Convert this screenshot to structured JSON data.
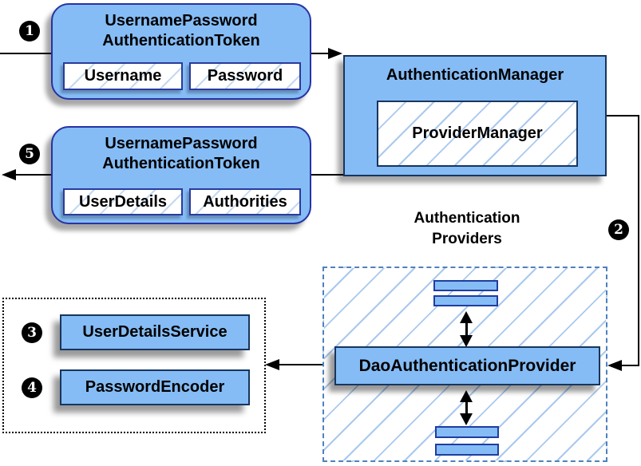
{
  "steps": {
    "s1": "1",
    "s2": "2",
    "s3": "3",
    "s4": "4",
    "s5": "5"
  },
  "request_token": {
    "title1": "UsernamePassword",
    "title2": "AuthenticationToken",
    "field1": "Username",
    "field2": "Password"
  },
  "auth_manager": {
    "title": "AuthenticationManager",
    "inner": "ProviderManager"
  },
  "response_token": {
    "title1": "UsernamePassword",
    "title2": "AuthenticationToken",
    "field1": "UserDetails",
    "field2": "Authorities"
  },
  "providers": {
    "label1": "Authentication",
    "label2": "Providers",
    "dao": "DaoAuthenticationProvider"
  },
  "services": {
    "user_details_service": "UserDetailsService",
    "password_encoder": "PasswordEncoder"
  },
  "colors": {
    "box_fill": "#85bcf5",
    "rect_border": "#17355e",
    "rounded_border": "#2733a3",
    "hatch_line": "#a9c9ee",
    "dashed_border": "#4f81bd",
    "arrow": "#000000",
    "badge_bg": "#000000",
    "badge_text": "#ffffff"
  }
}
